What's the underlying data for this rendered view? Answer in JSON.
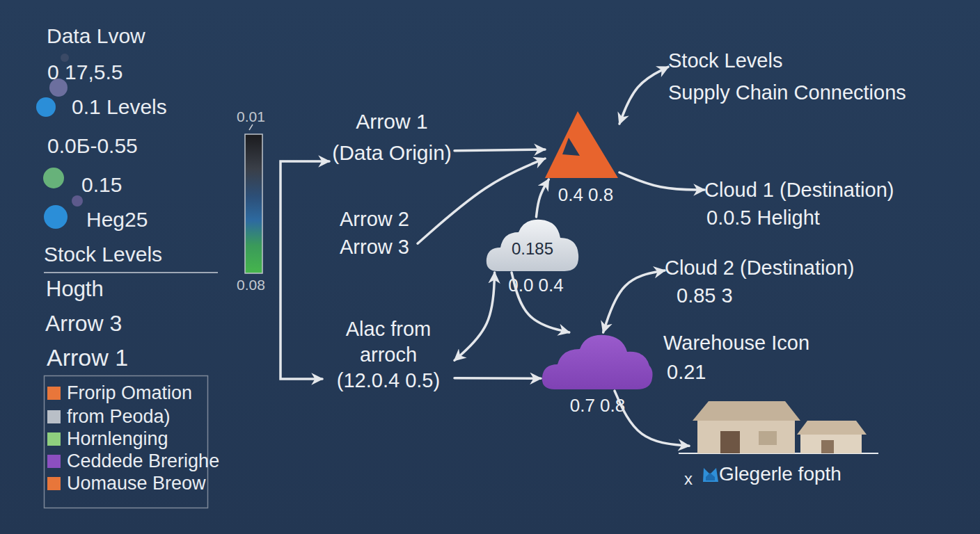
{
  "diagram": {
    "nodes": [
      {
        "text": [
          "Stock Levels",
          "Supply Chain Connections"
        ]
      },
      {
        "text": [
          "Arrow 1",
          "(Data Origin)"
        ]
      },
      {
        "text": [
          "0.4 0.8"
        ]
      },
      {
        "text": [
          "Cloud 1 (Destination)",
          "0.0.5 Helight"
        ]
      },
      {
        "text": [
          "Arrow 2",
          "Arrow 3"
        ]
      },
      {
        "text": [
          "0.185",
          "0.0 0.4"
        ]
      },
      {
        "text": [
          "Cloud 2 (Destination)",
          "0.85 3"
        ]
      },
      {
        "text": [
          "Alac from arroch",
          "(12.0.4 0.5)"
        ]
      },
      {
        "text": [
          "Warehouse Icon",
          "0.21"
        ]
      },
      {
        "text": [
          "0.7 0.8"
        ]
      },
      {
        "text": [
          "Glegerle fopth"
        ]
      }
    ],
    "edges": [
      {
        "from": 1,
        "to": 2,
        "arrow": "to"
      },
      {
        "from": 4,
        "to": 2,
        "arrow": "to"
      },
      {
        "from": 5,
        "to": 2,
        "arrow": "to"
      },
      {
        "from": 2,
        "to": 0,
        "arrow": "both"
      },
      {
        "from": 2,
        "to": 3,
        "arrow": "to"
      },
      {
        "from": 1,
        "to": 7,
        "arrow": "both"
      },
      {
        "from": 7,
        "to": 5,
        "arrow": "both"
      },
      {
        "from": 7,
        "to": 9,
        "arrow": "to"
      },
      {
        "from": 5,
        "to": 9,
        "arrow": "to"
      },
      {
        "from": 9,
        "to": 6,
        "arrow": "both"
      },
      {
        "from": 9,
        "to": 10,
        "arrow": "to"
      }
    ],
    "labels": [
      "Data Lvow",
      "0 17,5.5",
      "0.1 Levels",
      "0.0Б-0.55",
      "0.15",
      "Heg25",
      "Stock Levels",
      "Hogth",
      "Arrow 3",
      "Arrow 1",
      "0.01",
      "0.08",
      "x"
    ],
    "legend": [
      {
        "text": "Frorip Omation",
        "color": "#e8763a"
      },
      {
        "text": "from Peoda)",
        "color": "#b9bfc7"
      },
      {
        "text": "Hornlenging",
        "color": "#8fcf7e"
      },
      {
        "text": "Ceddede Brerighe",
        "color": "#8c4fc0"
      },
      {
        "text": "Uomause Breow",
        "color": "#e8763a"
      }
    ]
  }
}
